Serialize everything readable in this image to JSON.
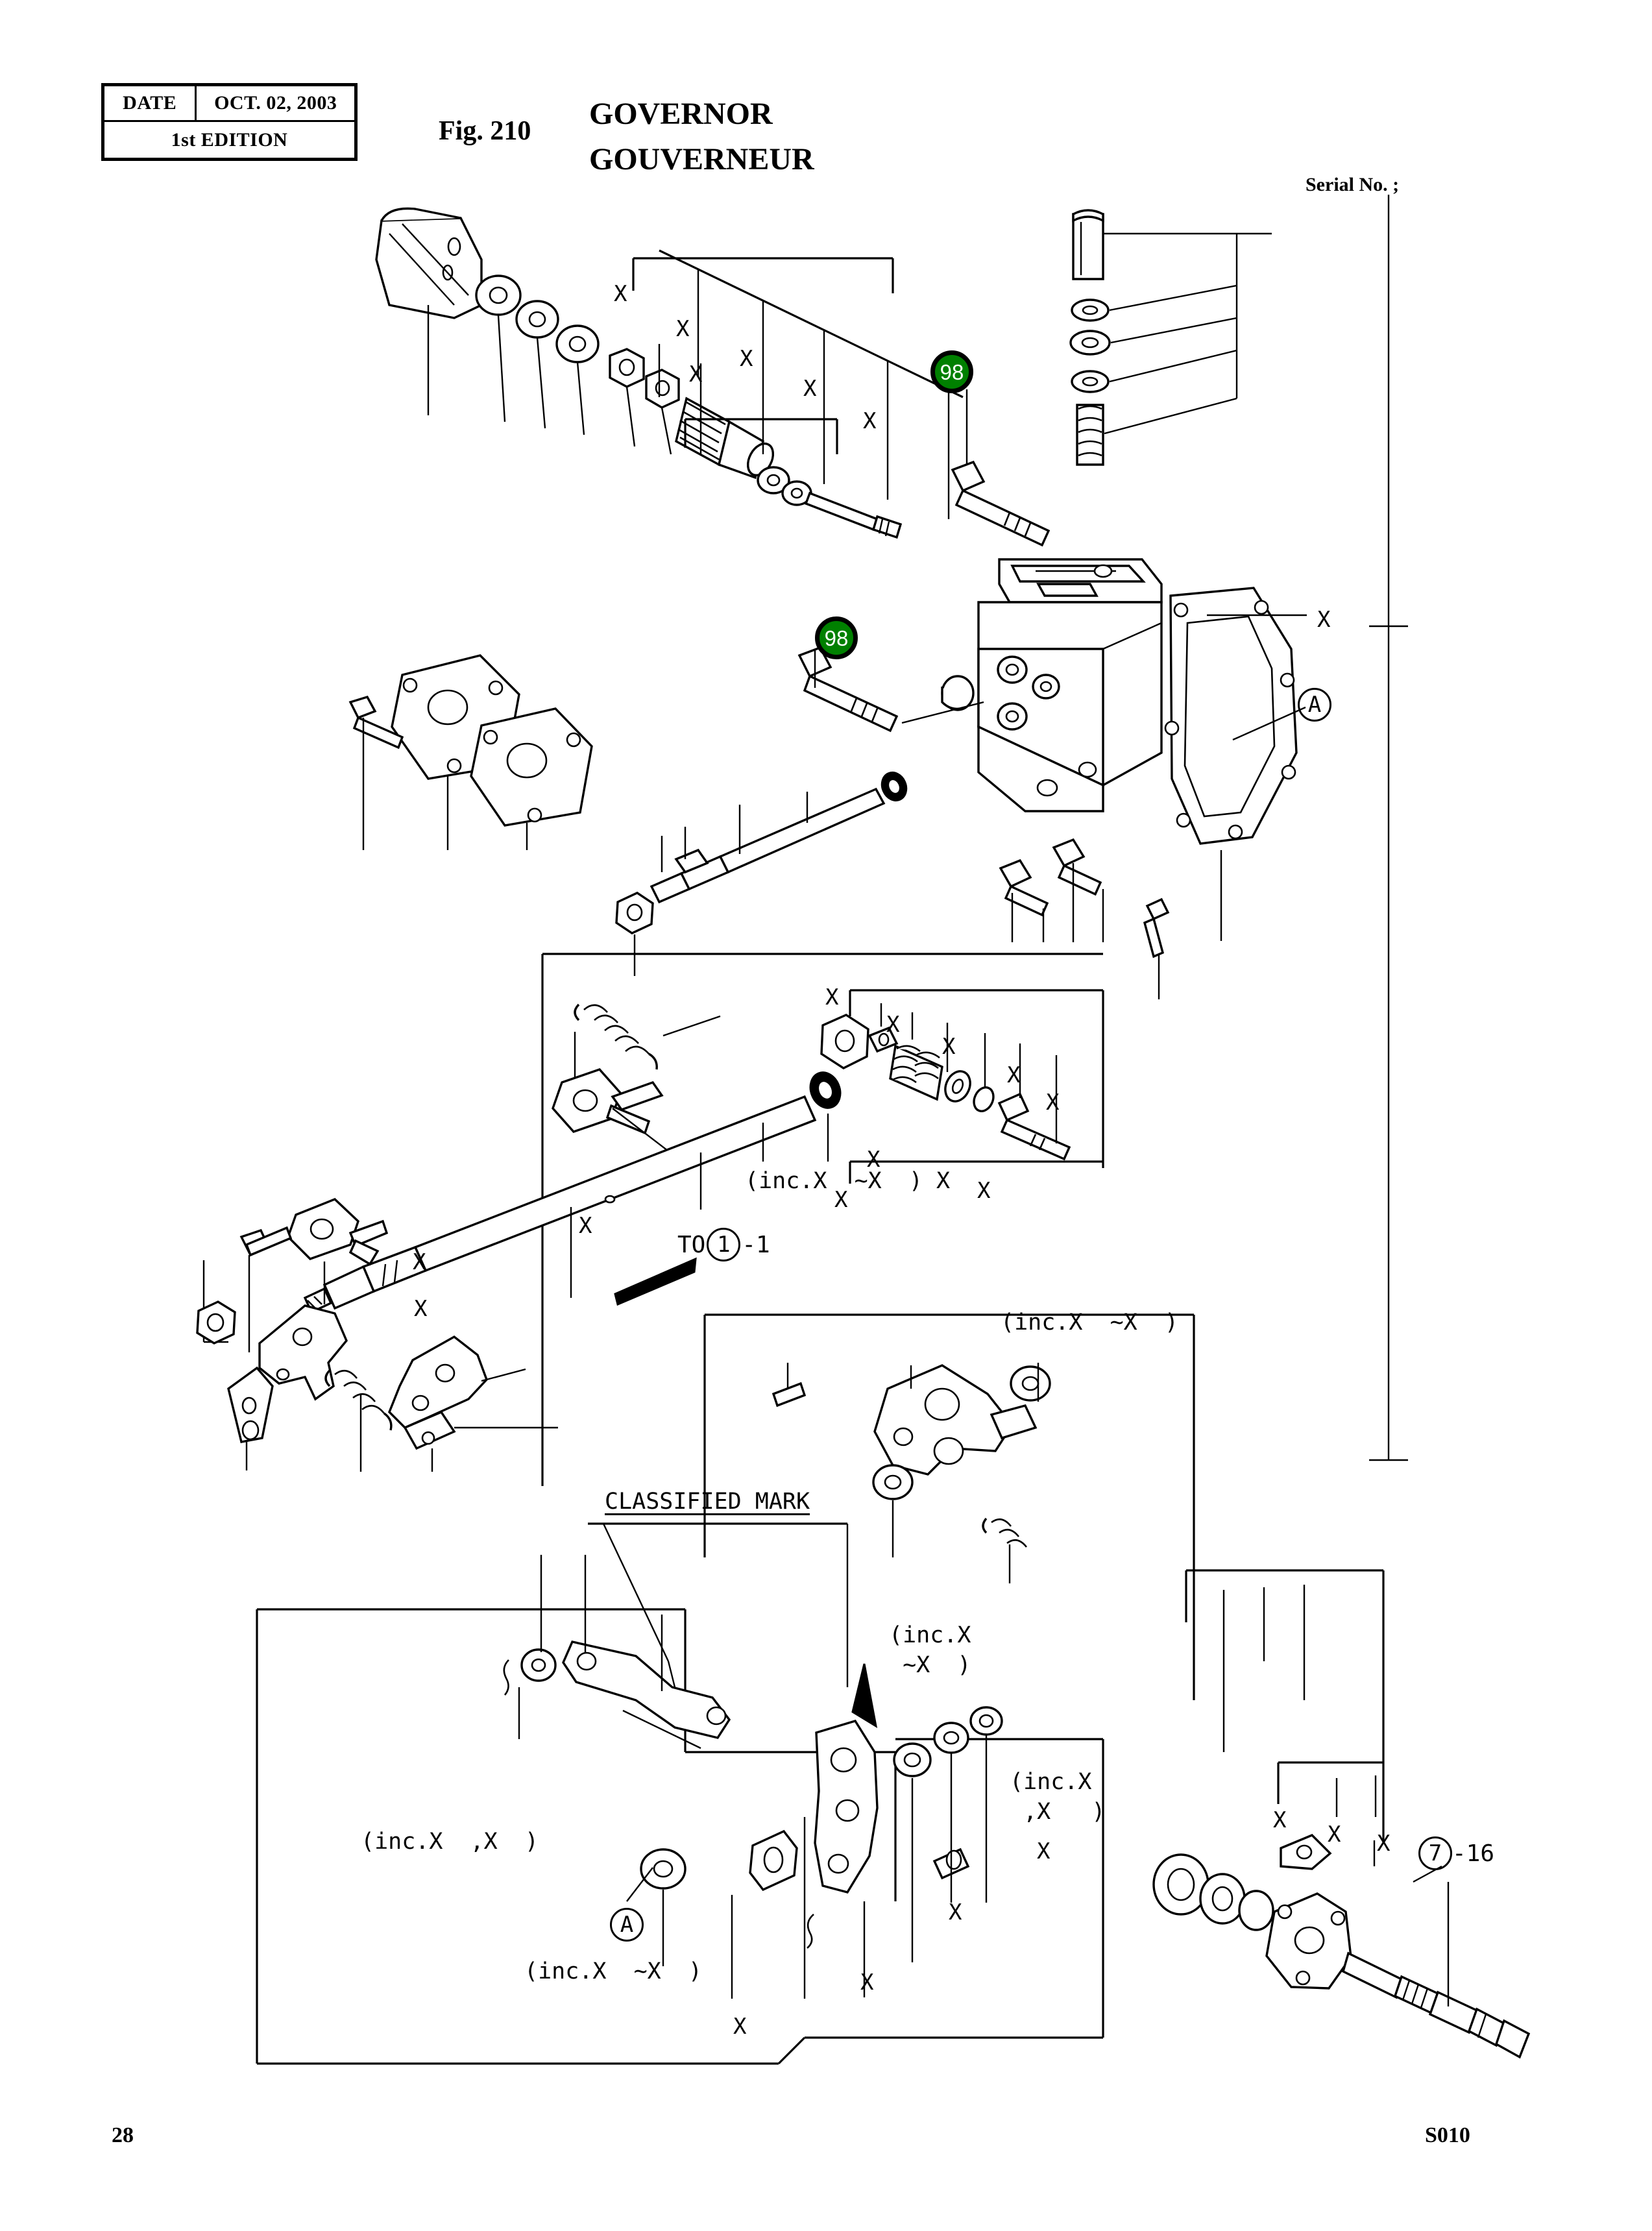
{
  "header": {
    "date_label": "DATE",
    "date_value": "OCT.  02, 2003",
    "edition": "1st EDITION",
    "fig_no": "Fig. 210",
    "title_en": "GOVERNOR",
    "title_fr": "GOUVERNEUR",
    "serial_no_label": "Serial No. ;"
  },
  "footer": {
    "page_number": "28",
    "doc_code": "S010"
  },
  "markers": {
    "accent_color": "#008000",
    "items": [
      {
        "id": "marker-98-upper",
        "label": "98"
      },
      {
        "id": "marker-98-lower",
        "label": "98"
      }
    ]
  },
  "callouts": {
    "detail_a_upper": "A",
    "detail_a_lower": "A",
    "to_ref": {
      "prefix": "TO",
      "circle": "1",
      "suffix": "-1"
    },
    "fig_ref": {
      "circle": "7",
      "suffix": "-16"
    }
  },
  "notes": [
    {
      "id": "note-classified-mark",
      "text": "CLASSIFIED MARK"
    },
    {
      "id": "note-inc-1",
      "text": "(inc.X  ~X  ) X"
    },
    {
      "id": "note-inc-2",
      "text": "(inc.X  ~X  )"
    },
    {
      "id": "note-inc-3-line1",
      "text": "(inc.X"
    },
    {
      "id": "note-inc-3-line2",
      "text": " ~X  )"
    },
    {
      "id": "note-inc-4-line1",
      "text": "(inc.X"
    },
    {
      "id": "note-inc-4-line2",
      "text": " ,X   )"
    },
    {
      "id": "note-inc-5",
      "text": "(inc.X  ,X  )"
    },
    {
      "id": "note-inc-6",
      "text": "(inc.X  ~X  )"
    }
  ],
  "part_labels": [
    {
      "id": "x-01",
      "text": "X"
    },
    {
      "id": "x-02",
      "text": "X"
    },
    {
      "id": "x-03",
      "text": "X"
    },
    {
      "id": "x-04",
      "text": "X"
    },
    {
      "id": "x-05",
      "text": "X"
    },
    {
      "id": "x-06",
      "text": "X"
    },
    {
      "id": "x-07",
      "text": "X"
    },
    {
      "id": "x-08",
      "text": "X"
    },
    {
      "id": "x-09",
      "text": "X"
    },
    {
      "id": "x-10",
      "text": "X"
    },
    {
      "id": "x-11",
      "text": "X"
    },
    {
      "id": "x-12",
      "text": "X"
    },
    {
      "id": "x-13",
      "text": "X"
    },
    {
      "id": "x-14",
      "text": "X"
    },
    {
      "id": "x-15",
      "text": "X"
    },
    {
      "id": "x-16",
      "text": "X"
    },
    {
      "id": "x-17",
      "text": "X"
    },
    {
      "id": "x-18",
      "text": "X"
    },
    {
      "id": "x-19",
      "text": "X"
    },
    {
      "id": "x-20",
      "text": "X"
    },
    {
      "id": "x-21",
      "text": "X"
    },
    {
      "id": "x-22",
      "text": "X"
    },
    {
      "id": "x-23",
      "text": "X"
    },
    {
      "id": "x-24",
      "text": "X"
    },
    {
      "id": "x-25",
      "text": "X"
    }
  ]
}
